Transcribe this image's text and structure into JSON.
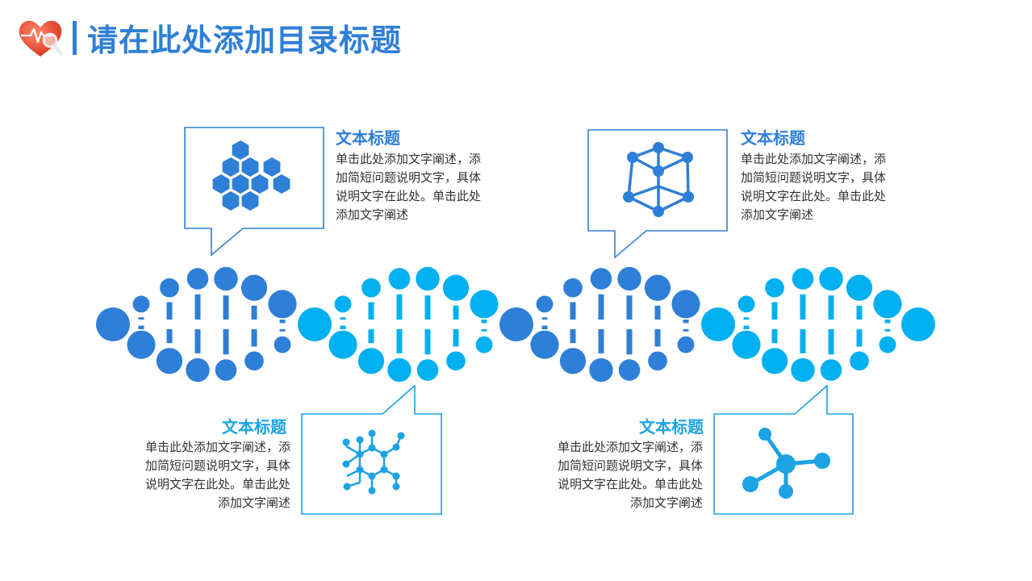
{
  "title": "请在此处添加目录标题",
  "colors": {
    "dark_blue": "#2e7fd7",
    "light_blue": "#00b0f0",
    "title_blue": "#2e7fd7",
    "logo_red": "#e8452c"
  },
  "blocks": [
    {
      "heading": "文本标题",
      "body": "单击此处添加文字阐述，添\n加简短问题说明文字，具体\n说明文字在此处。单击此处\n添加文字阐述",
      "icon": "hexagon-cluster-icon"
    },
    {
      "heading": "文本标题",
      "body": "单击此处添加文字阐述，添\n加简短问题说明文字，具体\n说明文字在此处。单击此处\n添加文字阐述",
      "icon": "cube-molecule-icon"
    },
    {
      "heading": "文本标题",
      "body": "单击此处添加文字阐述，添\n加简短问题说明文字，具体\n说明文字在此处。单击此处\n添加文字阐述",
      "icon": "ring-molecule-icon"
    },
    {
      "heading": "文本标题",
      "body": "单击此处添加文字阐述，添\n加简短问题说明文字，具体\n说明文字在此处。单击此处\n添加文字阐述",
      "icon": "branch-molecule-icon"
    }
  ],
  "logo_icon": "heart-pulse-magnifier-icon",
  "dna_icon": "dna-helix-graphic"
}
